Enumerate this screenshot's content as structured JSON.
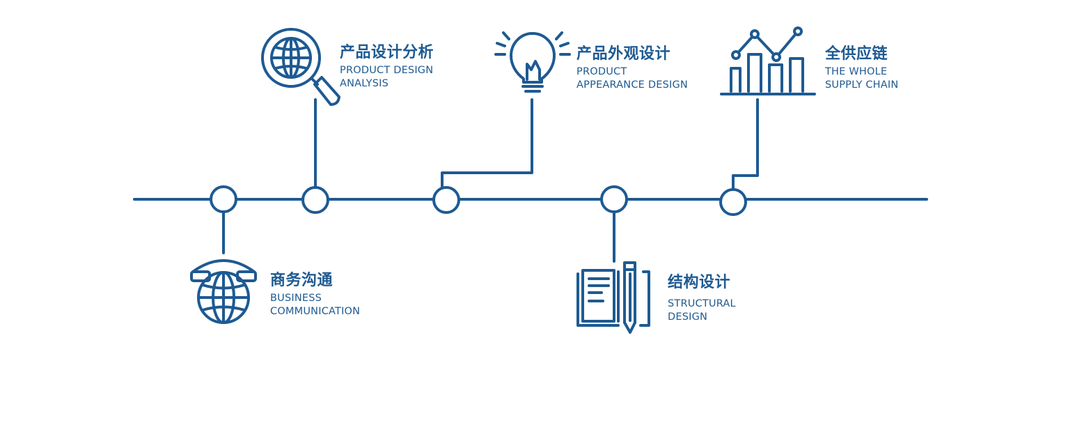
{
  "colors": {
    "primary": "#1e5a92"
  },
  "steps": [
    {
      "icon": "telephone-globe-icon",
      "title_zh": "商务沟通",
      "title_en_line1": "BUSINESS",
      "title_en_line2": "COMMUNICATION"
    },
    {
      "icon": "magnifier-globe-icon",
      "title_zh": "产品设计分析",
      "title_en_line1": "PRODUCT DESIGN",
      "title_en_line2": "ANALYSIS"
    },
    {
      "icon": "lightbulb-icon",
      "title_zh": "产品外观设计",
      "title_en_line1": "PRODUCT",
      "title_en_line2": "APPEARANCE DESIGN"
    },
    {
      "icon": "book-pencil-icon",
      "title_zh": "结构设计",
      "title_en_line1": "STRUCTURAL",
      "title_en_line2": "DESIGN"
    },
    {
      "icon": "bar-line-chart-icon",
      "title_zh": "全供应链",
      "title_en_line1": "THE WHOLE",
      "title_en_line2": "SUPPLY CHAIN"
    }
  ]
}
